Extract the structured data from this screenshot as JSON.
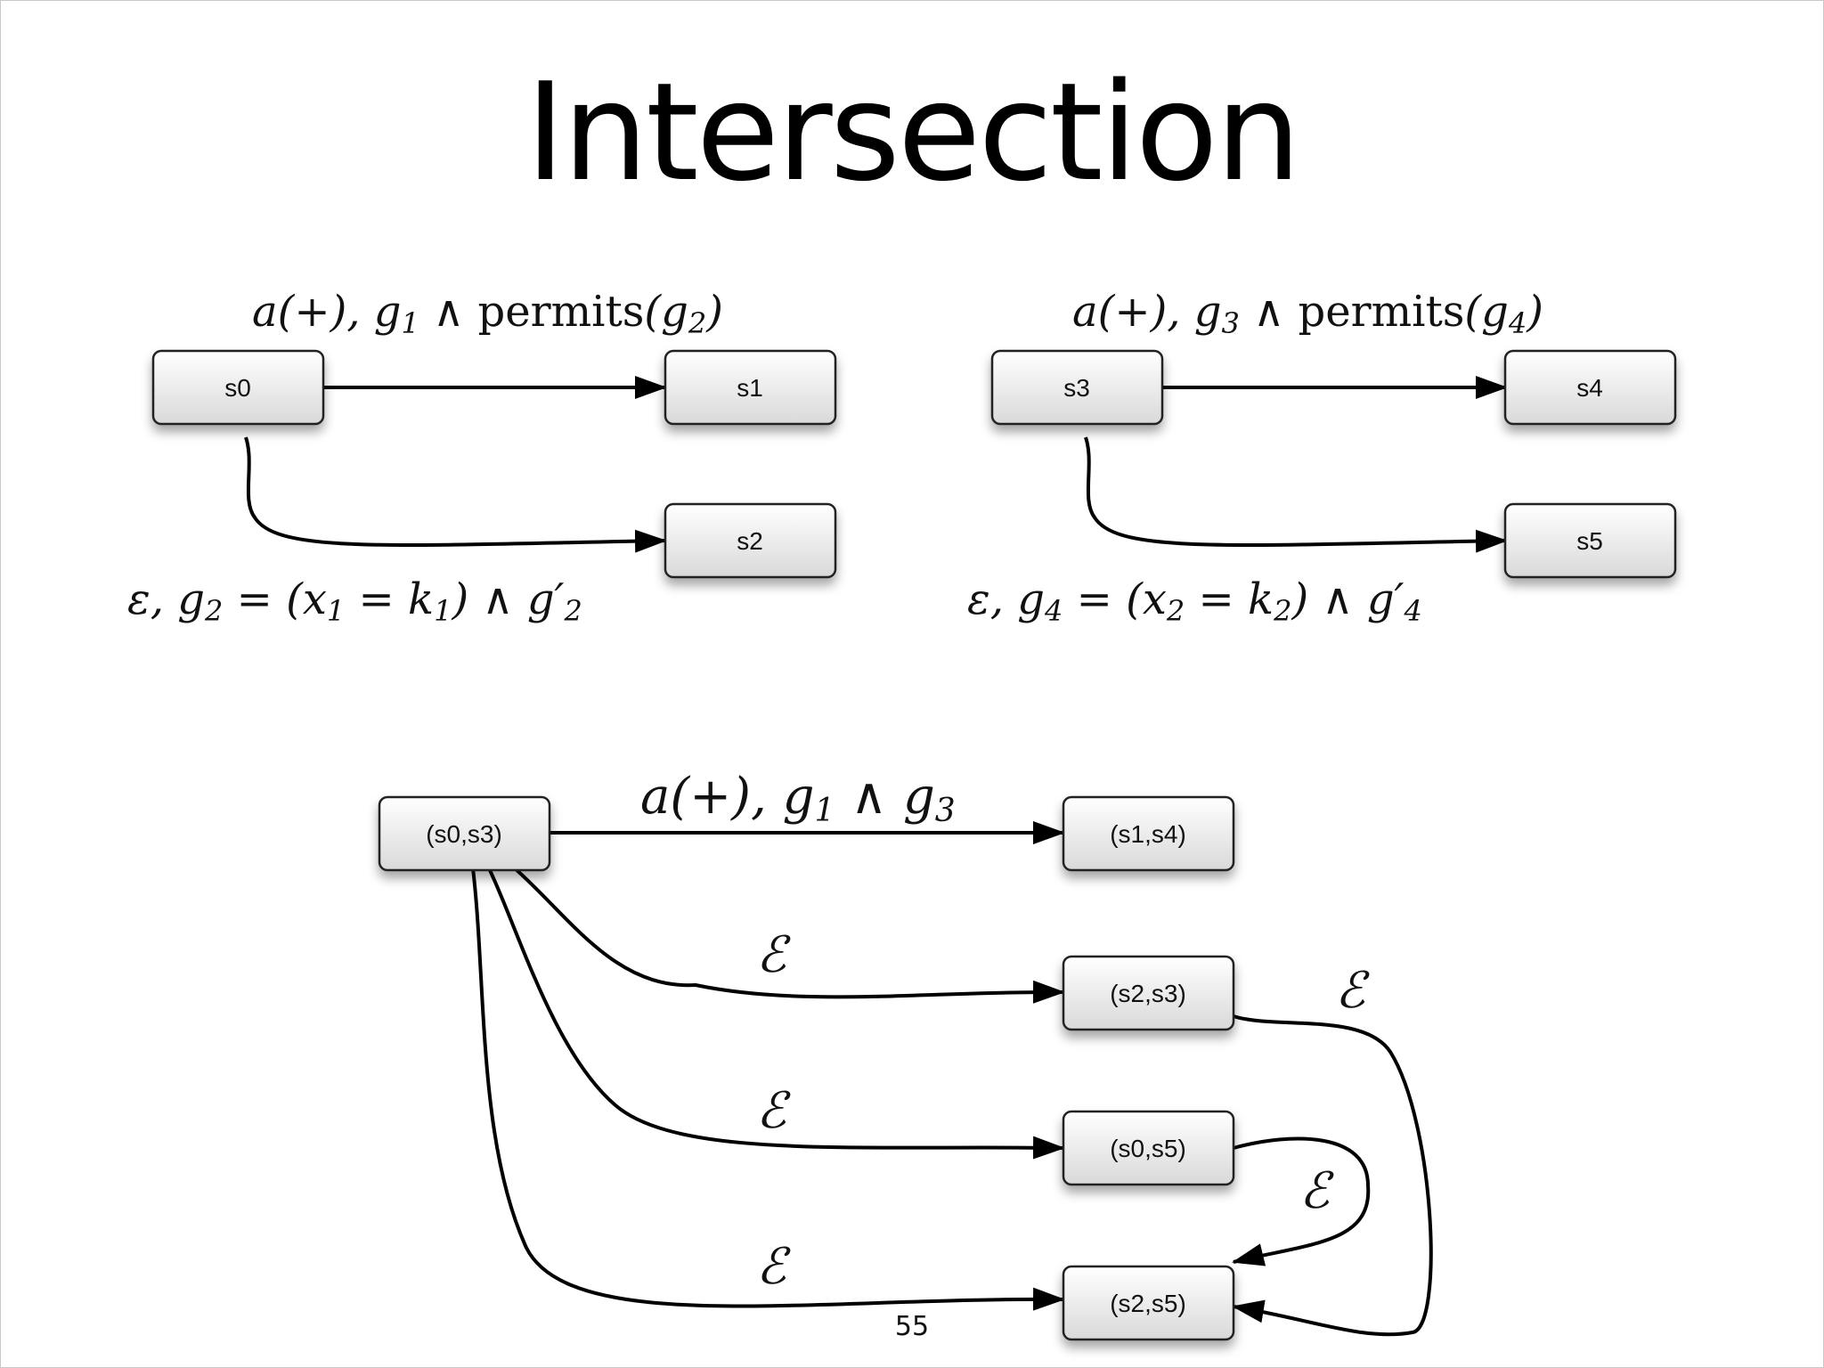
{
  "title": "Intersection",
  "page_number": "55",
  "nodes": {
    "s0": "s0",
    "s1": "s1",
    "s2": "s2",
    "s3": "s3",
    "s4": "s4",
    "s5": "s5",
    "s0_s3": "(s0,s3)",
    "s1_s4": "(s1,s4)",
    "s2_s3": "(s2,s3)",
    "s0_s5": "(s0,s5)",
    "s2_s5": "(s2,s5)"
  },
  "labels": {
    "left_top": {
      "a": "a(+), g",
      "i1": "1",
      "b": " ∧ ",
      "permits": "permits",
      "c": "(g",
      "i2": "2",
      "d": ")"
    },
    "left_bottom": {
      "a": "ε, g",
      "i1": "2",
      "b": " = (x",
      "i2": "1",
      "c": " = k",
      "i3": "1",
      "d": ") ∧ g′",
      "i4": "2"
    },
    "right_top": {
      "a": "a(+), g",
      "i1": "3",
      "b": " ∧ ",
      "permits": "permits",
      "c": "(g",
      "i2": "4",
      "d": ")"
    },
    "right_bottom": {
      "a": "ε, g",
      "i1": "4",
      "b": " = (x",
      "i2": "2",
      "c": " = k",
      "i3": "2",
      "d": ") ∧ g′",
      "i4": "4"
    },
    "product_top": {
      "a": "a(+), g",
      "i1": "1",
      "b": " ∧ g",
      "i2": "3"
    },
    "epsilon": "ℰ"
  }
}
